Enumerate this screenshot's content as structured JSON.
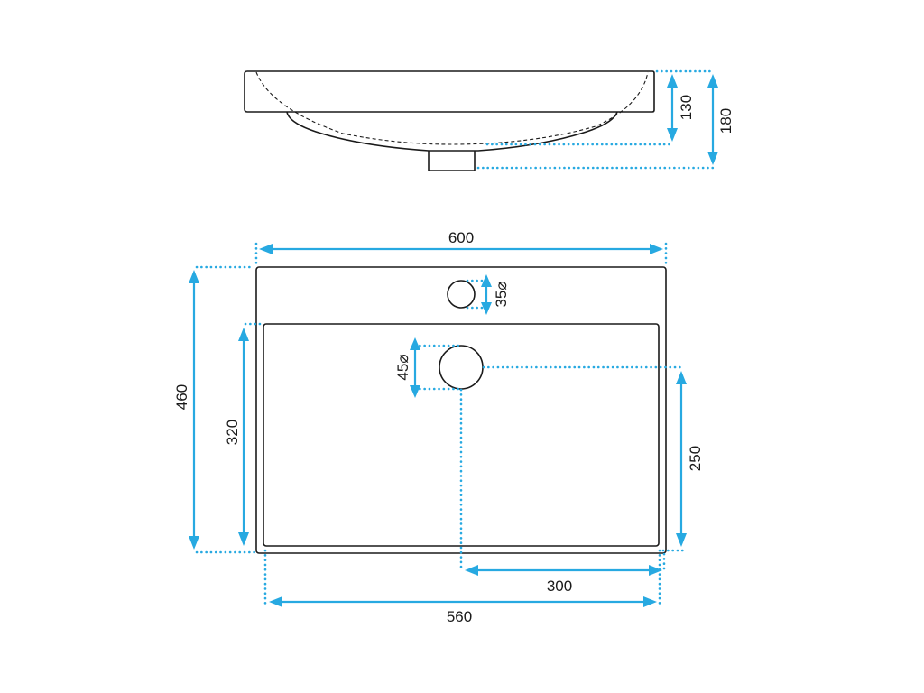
{
  "colors": {
    "dimension": "#27a9e1",
    "outline": "#1a1a1a",
    "background": "#ffffff"
  },
  "side_view": {
    "dim_inner_depth": "130",
    "dim_total_height": "180"
  },
  "top_view": {
    "dim_total_width": "600",
    "dim_total_depth": "460",
    "dim_bowl_depth": "320",
    "dim_bowl_width": "560",
    "dim_drain_from_right": "300",
    "dim_drain_from_front": "250",
    "dim_tap_hole": "35⌀",
    "dim_drain_hole": "45⌀"
  }
}
